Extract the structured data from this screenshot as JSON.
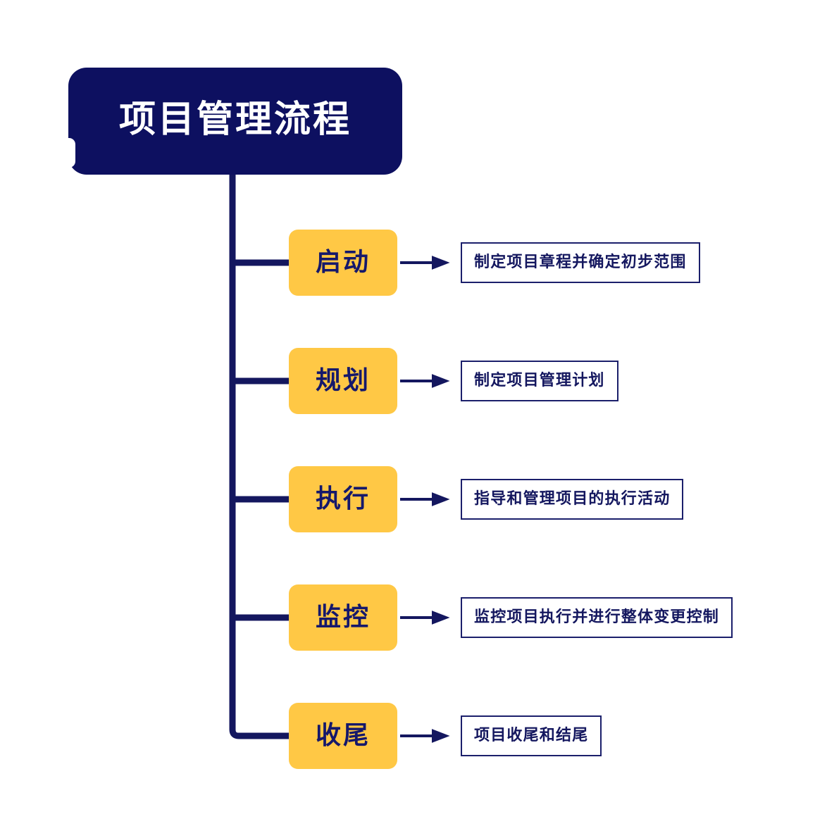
{
  "diagram": {
    "title": "项目管理流程",
    "colors": {
      "navy": "#0D1060",
      "yellow": "#FFC845",
      "line": "#14175F",
      "text_on_navy": "#FFFFFF",
      "text_on_yellow": "#15186B",
      "background": "#FFFFFF"
    },
    "branches": [
      {
        "stage": "启动",
        "description": "制定项目章程并确定初步范围"
      },
      {
        "stage": "规划",
        "description": "制定项目管理计划"
      },
      {
        "stage": "执行",
        "description": "指导和管理项目的执行活动"
      },
      {
        "stage": "监控",
        "description": "监控项目执行并进行整体变更控制"
      },
      {
        "stage": "收尾",
        "description": "项目收尾和结尾"
      }
    ]
  }
}
